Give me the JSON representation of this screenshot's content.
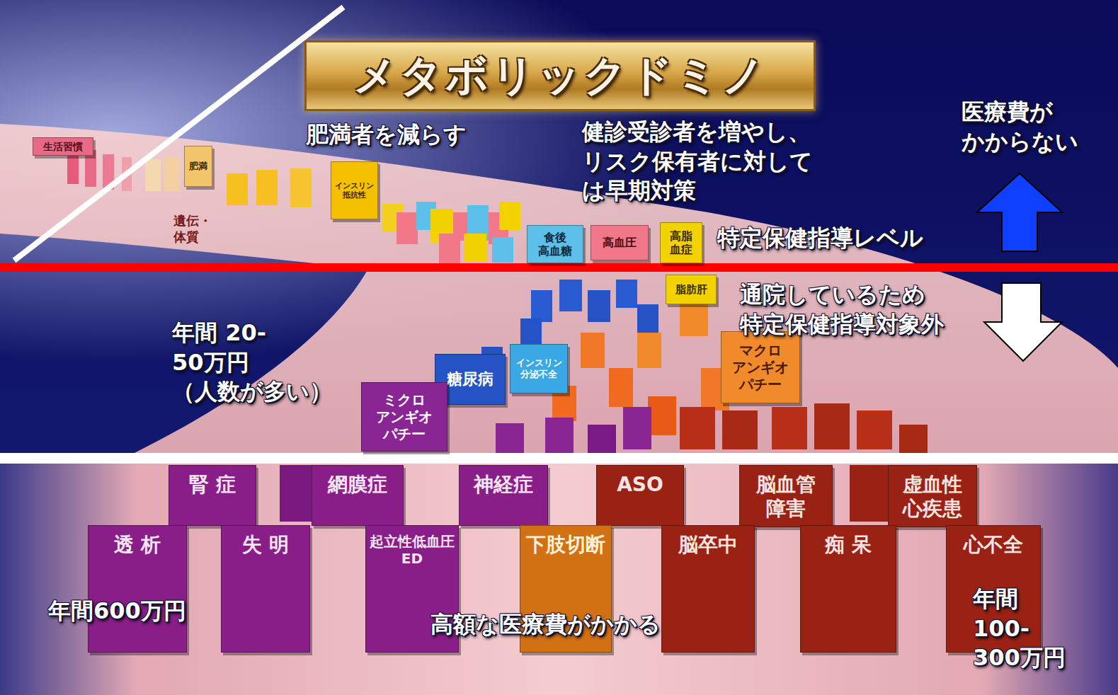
{
  "diagram": {
    "title": "メタボリックドミノ",
    "nodes": [
      {
        "text": [
          "生活習慣"
        ]
      },
      {
        "text": [
          "肥満"
        ]
      },
      {
        "text": [
          "インスリン 抵抗性"
        ]
      },
      {
        "text": [
          "食後 高血糖"
        ]
      },
      {
        "text": [
          "高血圧"
        ]
      },
      {
        "text": [
          "高脂 血症"
        ]
      },
      {
        "text": [
          "脂肪肝"
        ]
      },
      {
        "text": [
          "インスリン 分泌不全"
        ]
      },
      {
        "text": [
          "糖尿病"
        ]
      },
      {
        "text": [
          "マクロ アンギオ パチー"
        ]
      },
      {
        "text": [
          "ミクロ アンギオ パチー"
        ]
      },
      {
        "text": [
          "腎 症"
        ]
      },
      {
        "text": [
          "網膜症"
        ]
      },
      {
        "text": [
          "神経症"
        ]
      },
      {
        "text": [
          "ASO"
        ]
      },
      {
        "text": [
          "脳血管 障害"
        ]
      },
      {
        "text": [
          "虚血性 心疾患"
        ]
      },
      {
        "text": [
          "透 析"
        ]
      },
      {
        "text": [
          "失 明"
        ]
      },
      {
        "text": [
          "起立性低血圧 ED"
        ]
      },
      {
        "text": [
          "下肢切断"
        ]
      },
      {
        "text": [
          "脳卒中"
        ]
      },
      {
        "text": [
          "痴 呆"
        ]
      },
      {
        "text": [
          "心不全"
        ]
      }
    ],
    "labels": [
      "遺伝・体質",
      "肥満者を減らす",
      "健診受診者を増やし、 リスク保有者に対して は早期対策",
      "医療費が かからない",
      "特定保健指導レベル",
      "通院しているため 特定保健指導対象外",
      "年間 20-50万円 （人数が多い）",
      "年間600万円",
      "高額な医療費がかかる",
      "年間 100- 300万円"
    ]
  }
}
